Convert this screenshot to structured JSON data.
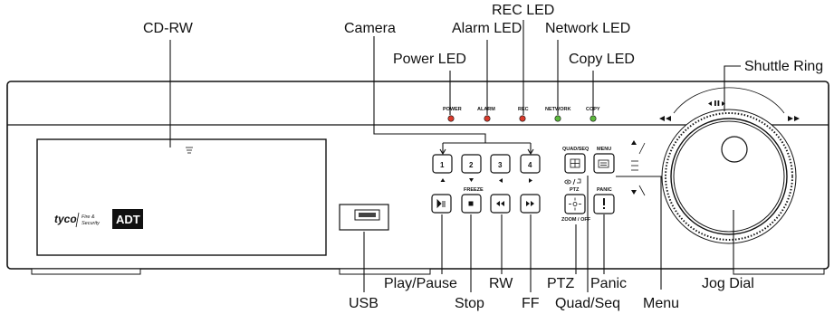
{
  "callouts": {
    "cd_rw": "CD-RW",
    "camera": "Camera",
    "alarm_led": "Alarm LED",
    "rec_led": "REC LED",
    "network_led": "Network LED",
    "power_led": "Power LED",
    "copy_led": "Copy LED",
    "shuttle_ring": "Shuttle Ring",
    "play_pause": "Play/Pause",
    "rw": "RW",
    "ptz": "PTZ",
    "panic": "Panic",
    "jog_dial": "Jog Dial",
    "usb": "USB",
    "stop": "Stop",
    "ff": "FF",
    "quad_seq": "Quad/Seq",
    "menu": "Menu"
  },
  "led_labels": {
    "power": "POWER",
    "alarm": "ALARM",
    "rec": "REC",
    "network": "NETWORK",
    "copy": "COPY"
  },
  "led_colors": {
    "power": "#d93a2b",
    "alarm": "#d93a2b",
    "rec": "#d93a2b",
    "network": "#5cb83c",
    "copy": "#5cb83c"
  },
  "buttons": {
    "cam1": "1",
    "cam2": "2",
    "cam3": "3",
    "cam4": "4",
    "quad_seq_label": "QUAD/SEQ",
    "menu_label": "MENU",
    "freeze_label": "FREEZE",
    "ptz_label": "PTZ",
    "zoom_off_label": "ZOOM / OFF",
    "panic_label": "PANIC"
  },
  "branding": {
    "tyco": "tyco",
    "fire_security_line1": "Fire &",
    "fire_security_line2": "Security",
    "adt": "ADT"
  }
}
